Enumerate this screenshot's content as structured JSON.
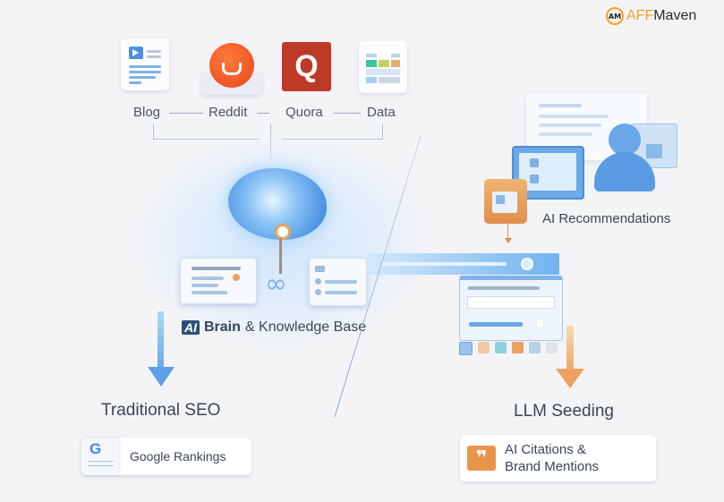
{
  "brand": {
    "logo_mark": "AM",
    "name_part1": "AFF",
    "name_part2": "Maven",
    "accent_color": "#f0a321"
  },
  "sources": [
    {
      "label": "Blog",
      "icon": "blog-document-icon"
    },
    {
      "label": "Reddit",
      "icon": "reddit-icon"
    },
    {
      "label": "Quora",
      "icon": "quora-icon",
      "glyph": "Q"
    },
    {
      "label": "Data",
      "icon": "data-table-icon"
    }
  ],
  "center": {
    "badge": "AI",
    "title_bold": "Brain",
    "title_rest": "& Knowledge Base",
    "infinity": "∞"
  },
  "right_top": {
    "label": "AI Recommendations"
  },
  "left_branch": {
    "title": "Traditional SEO",
    "pill_label": "Google Rankings",
    "pill_icon_glyph": "G"
  },
  "right_branch": {
    "title": "LLM Seeding",
    "pill_line1": "AI Citations &",
    "pill_line2": "Brand Mentions",
    "pill_icon_glyph": "❞"
  },
  "colors": {
    "blue": "#4a90e2",
    "orange": "#e8954a",
    "quora_red": "#b92b27",
    "reddit_orange": "#ff4500",
    "text": "#3b4756"
  },
  "swatches": [
    "#9cc3ee",
    "#f0c8a4",
    "#8fd0e0",
    "#e9a15d",
    "#b9cfe6",
    "#dfe4ea"
  ]
}
